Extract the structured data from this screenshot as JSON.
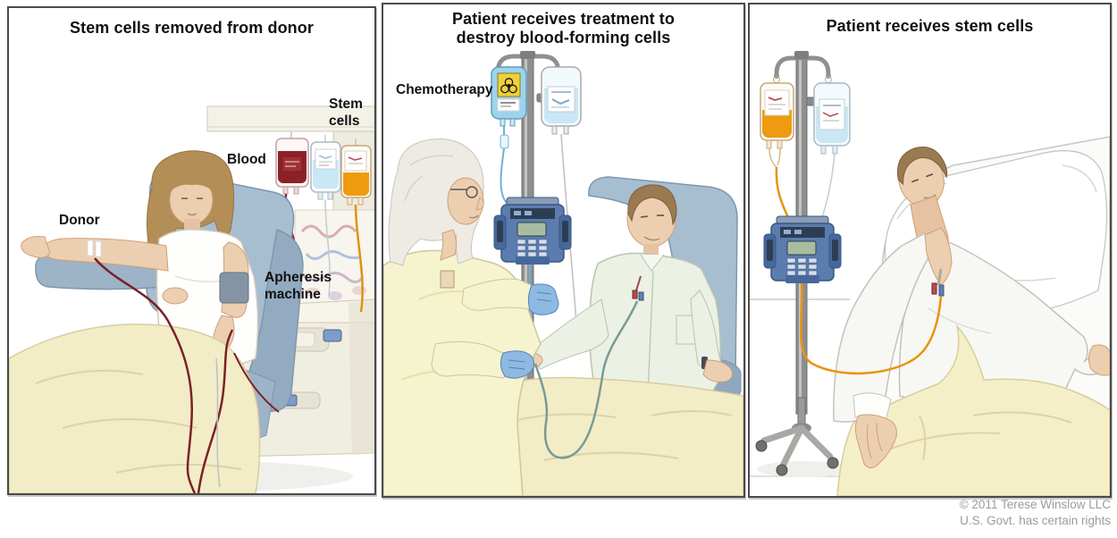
{
  "panels": [
    {
      "id": "stem-cells-removed",
      "title": "Stem cells removed from donor",
      "labels": {
        "donor": "Donor",
        "blood": "Blood",
        "stem_cells": "Stem\ncells",
        "apheresis_machine": "Apheresis\nmachine"
      }
    },
    {
      "id": "patient-receives-treatment",
      "title": "Patient receives treatment to\ndestroy blood-forming cells",
      "labels": {
        "chemotherapy": "Chemotherapy"
      }
    },
    {
      "id": "patient-receives-stem-cells",
      "title": "Patient receives stem cells",
      "labels": {}
    }
  ],
  "credit": {
    "line1": "© 2011 Terese Winslow LLC",
    "line2": "U.S. Govt. has certain rights"
  },
  "icons": {
    "biohazard": "☣"
  },
  "colors": {
    "panel_border": "#4a4a4a",
    "blood": "#8c2127",
    "stem_cells_fluid": "#ee9b10",
    "saline_fluid": "#c9e7f5",
    "chemo_bag": "#9ed3ec",
    "biohazard_label": "#f0d03a",
    "infusion_pump": "#5b7cae",
    "chair": "#a7bdd0",
    "blanket": "#f2edc6",
    "nurse_gown": "#f6f3cf",
    "glove": "#8db9e3",
    "skin": "#eccfb0",
    "machine_body": "#f0ede1",
    "iv_pole": "#8f8f8f",
    "credit_text": "#9b9b9b"
  }
}
